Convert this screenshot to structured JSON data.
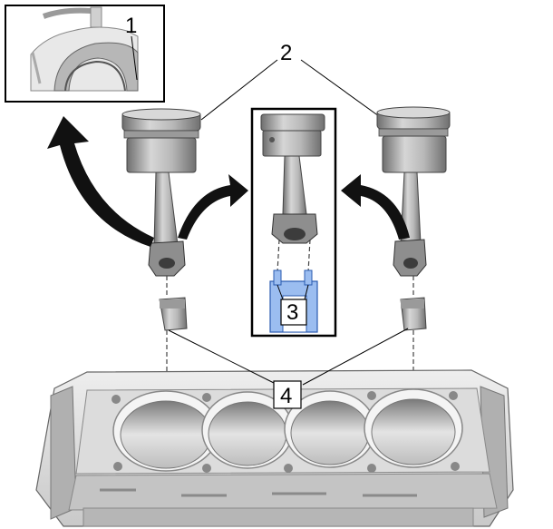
{
  "callouts": {
    "c1": "1",
    "c2": "2",
    "c3": "3",
    "c4": "4"
  },
  "colors": {
    "tool_blue": "#9bbdf0",
    "tool_blue_edge": "#2a5bb0",
    "metal_dark": "#6e6e6e",
    "metal_mid": "#a8a8a8",
    "metal_light": "#d8d8d8",
    "arrow": "#111111"
  }
}
